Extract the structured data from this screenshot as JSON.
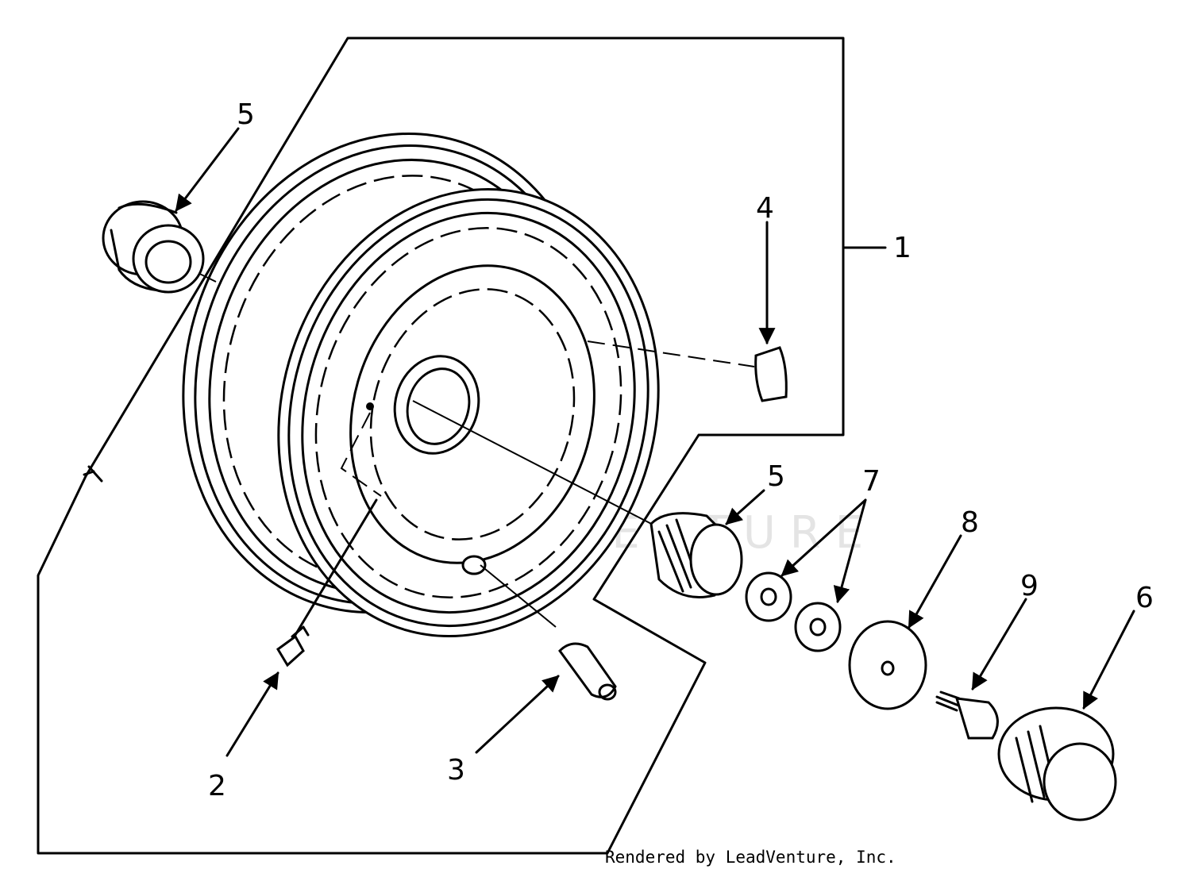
{
  "callouts": {
    "c1": "1",
    "c2": "2",
    "c3": "3",
    "c4": "4",
    "c5_top": "5",
    "c5_mid": "5",
    "c6": "6",
    "c7": "7",
    "c8": "8",
    "c9": "9"
  },
  "watermark": "LEADVENTURE",
  "credit": "Rendered by LeadVenture, Inc."
}
